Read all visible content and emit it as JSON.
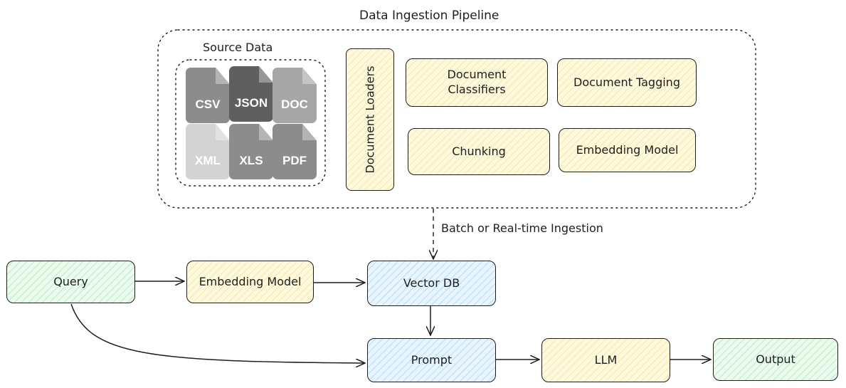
{
  "pipeline": {
    "title": "Data Ingestion Pipeline",
    "source_title": "Source Data",
    "files": [
      {
        "label": "CSV",
        "color": "#8c8c8c"
      },
      {
        "label": "JSON",
        "color": "#5f5f5f"
      },
      {
        "label": "DOC",
        "color": "#a6a6a6"
      },
      {
        "label": "XML",
        "color": "#d3d3d3"
      },
      {
        "label": "XLS",
        "color": "#8c8c8c"
      },
      {
        "label": "PDF",
        "color": "#8c8c8c"
      }
    ],
    "loaders": "Document Loaders",
    "classifiers": "Document Classifiers",
    "tagging": "Document Tagging",
    "chunking": "Chunking",
    "embedding": "Embedding Model"
  },
  "ingestion_label": "Batch or Real-time Ingestion",
  "flow": {
    "query": "Query",
    "embedding": "Embedding Model",
    "vector_db": "Vector DB",
    "prompt": "Prompt",
    "llm": "LLM",
    "output": "Output"
  },
  "colors": {
    "yellow": "#fff9db",
    "green": "#ebfbee",
    "blue": "#e7f5ff",
    "stroke": "#1e1e1e"
  }
}
